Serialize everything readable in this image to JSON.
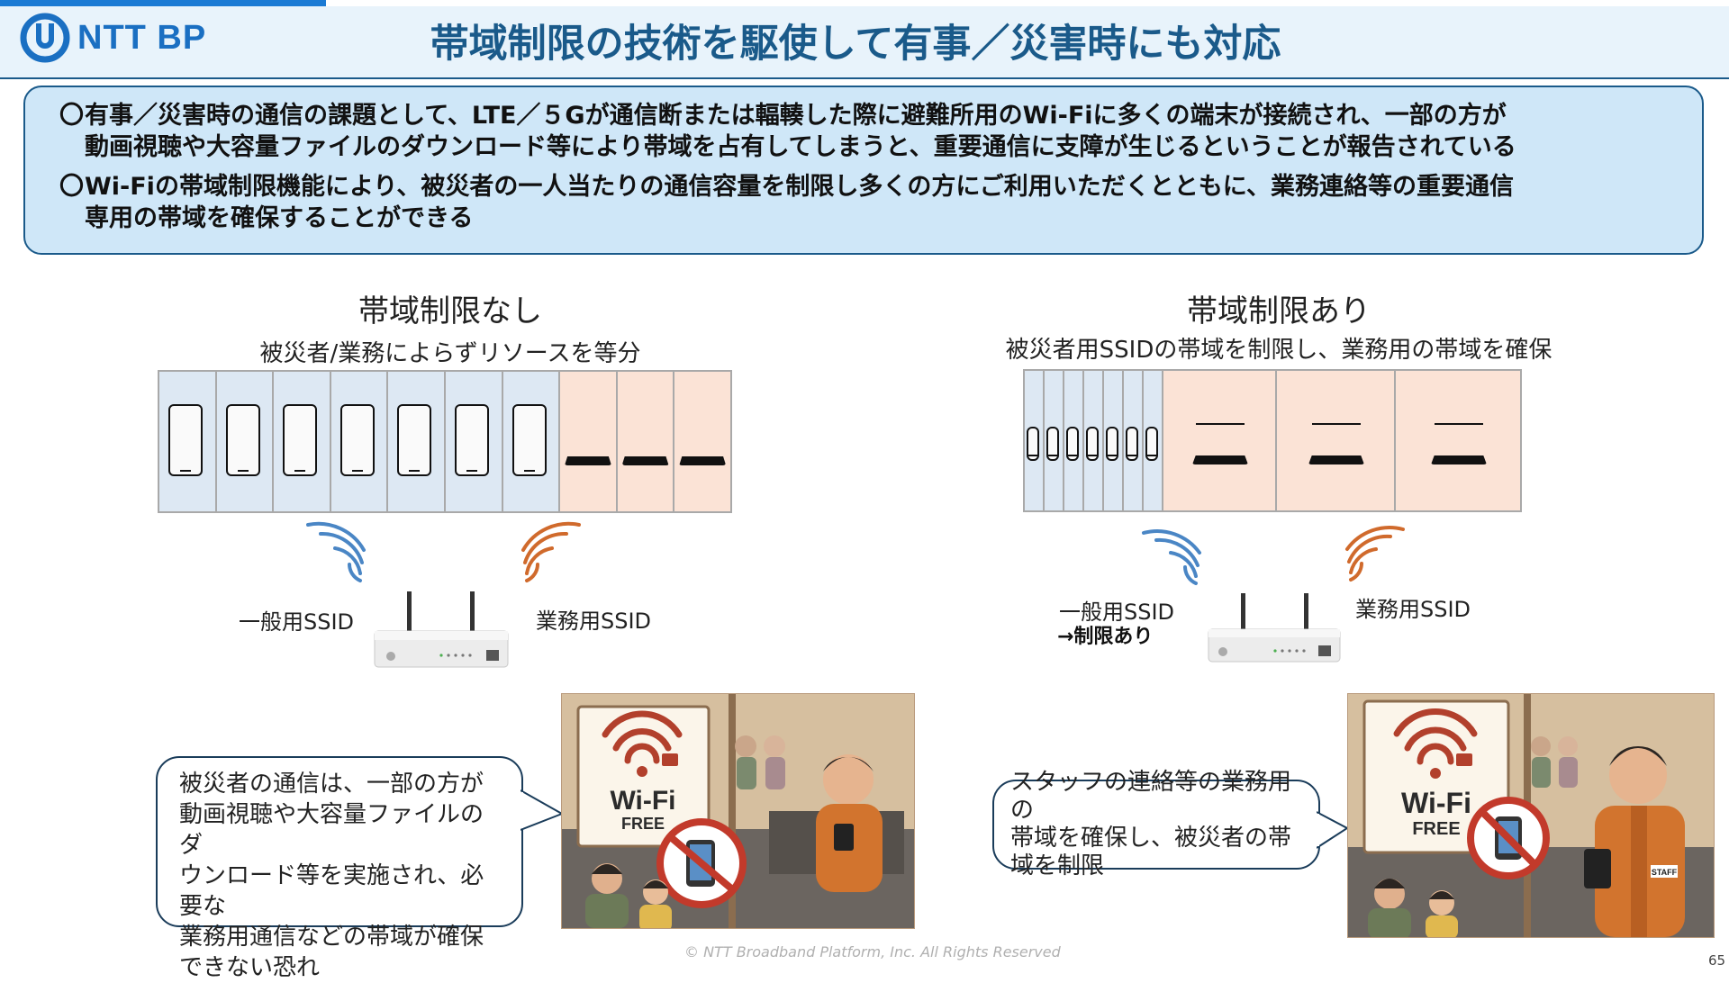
{
  "logo": {
    "text": "NTT BP"
  },
  "title": "帯域制限の技術を駆使して有事／災害時にも対応",
  "summary": {
    "bullet1_mark": "〇",
    "bullet1_line1": "有事／災害時の通信の課題として、LTE／５Gが通信断または輻輳した際に避難所用のWi-Fiに多くの端末が接続され、一部の方が",
    "bullet1_line2": "動画視聴や大容量ファイルのダウンロード等により帯域を占有してしまうと、重要通信に支障が生じるということが報告されている",
    "bullet2_mark": "〇",
    "bullet2_line1": "Wi-Fiの帯域制限機能により、被災者の一人当たりの通信容量を制限し多くの方にご利用いただくとともに、業務連絡等の重要通信",
    "bullet2_line2": "専用の帯域を確保することができる"
  },
  "left": {
    "title": "帯域制限なし",
    "subtitle": "被災者/業務によらずリソースを等分",
    "ssid_general": "一般用SSID",
    "ssid_business": "業務用SSID",
    "bubble": [
      "被災者の通信は、一部の方が",
      "動画視聴や大容量ファイルのダ",
      "ウンロード等を実施され、必要な",
      "業務用通信などの帯域が確保",
      "できない恐れ"
    ],
    "slots": {
      "phones": 7,
      "laptops": 3
    }
  },
  "right": {
    "title": "帯域制限あり",
    "subtitle": "被災者用SSIDの帯域を制限し、業務用の帯域を確保",
    "ssid_general": "一般用SSID",
    "ssid_general_note": "→制限あり",
    "ssid_business": "業務用SSID",
    "bubble": [
      "スタッフの連絡等の業務用の",
      "帯域を確保し、被災者の帯",
      "域を制限"
    ],
    "slots": {
      "phones": 7,
      "laptops": 3
    }
  },
  "illustration": {
    "sign_wifi": "Wi-Fi",
    "sign_free": "FREE",
    "staff_badge": "STAFF"
  },
  "colors": {
    "title": "#1a5a8a",
    "summary_bg": "#cfe7f8",
    "general_signal": "#4a86c5",
    "business_signal": "#d06a2c",
    "cell_blue": "#dde8f3",
    "cell_peach": "#fbe3d6"
  },
  "footer": "© NTT Broadband Platform, Inc. All Rights Reserved",
  "page_number": "65"
}
